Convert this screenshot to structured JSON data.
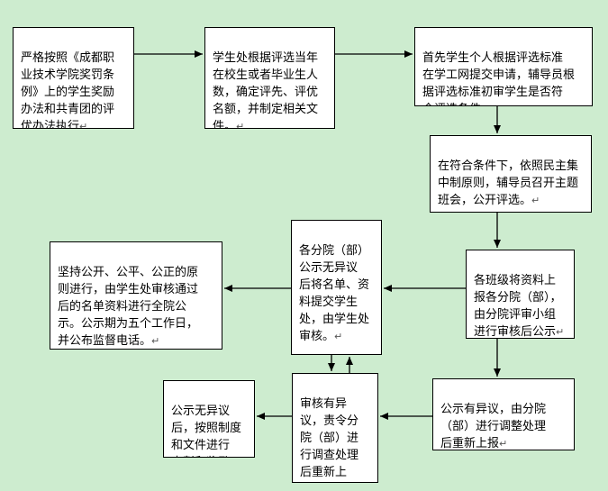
{
  "boxes": {
    "b1": {
      "text": "严格按照《成都职\n业技术学院奖罚条\n例》上的学生奖励\n办法和共青团的评\n优办法执行",
      "mark": "↵"
    },
    "b2": {
      "text": "学生处根据评选当年\n在校生或者毕业生人\n数，确定评先、评优\n名额，并制定相关文\n件。",
      "mark": "↵"
    },
    "b3": {
      "text": "首先学生个人根据评选标准\n在学工网提交申请，辅导员根\n据评选标准初审学生是否符\n合评选条件。",
      "mark": "↵"
    },
    "b4": {
      "text": "在符合条件下，依照民主集\n中制原则，辅导员召开主题\n班会，公开评选。",
      "mark": "↵"
    },
    "b5": {
      "text": "各班级将资料上\n报各分院（部），\n由分院评审小组\n进行审核后公示",
      "mark": "↵"
    },
    "b6": {
      "text": "各分院（部）\n公示无异议\n后将名单、资\n料提交学生\n处，由学生处\n审核。",
      "mark": "↵"
    },
    "b7": {
      "text": "坚持公开、公平、公正的原\n则进行，由学生处审核通过\n后的名单资料进行全院公\n示。公示期为五个工作日，\n并公布监督电话。",
      "mark": "↵"
    },
    "b8": {
      "text": "公示有异议，由分院\n（部）进行调整处理\n后重新上报",
      "mark": "↵"
    },
    "b9": {
      "text": "审核有异\n议，责令分\n院（部）进\n行调查处理\n后重新上\n报",
      "mark": ""
    },
    "b10": {
      "text": "公示无异议\n后，按照制度\n和文件进行\n表彰和奖励。",
      "mark": "↵"
    }
  }
}
